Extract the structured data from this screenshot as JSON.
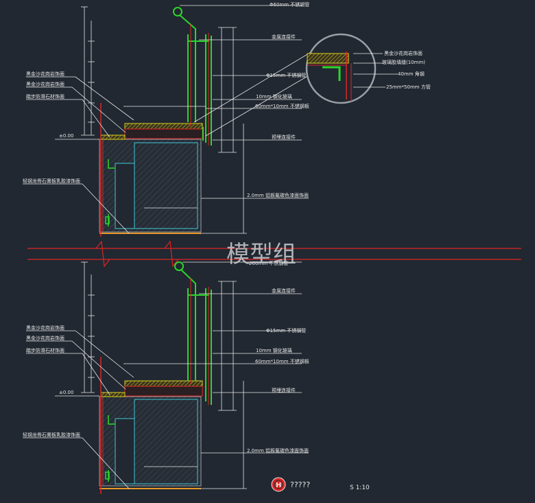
{
  "colors": {
    "background": "#212831",
    "white": "#e8e8e8",
    "green": "#2bd62b",
    "red": "#e02424",
    "yellow": "#e0d21c",
    "cyan": "#3ec8d8",
    "orange": "#e89a2a",
    "gray": "#9aa0a6"
  },
  "watermark": "模型组",
  "top_section": {
    "labels_right": {
      "pipe": "Φ60mm 不锈钢管",
      "connector": "金属连接件",
      "bar": "Φ15mm 不锈钢管",
      "glass": "10mm 钢化玻璃",
      "plate": "60mm*10mm 不锈钢板",
      "embed": "预埋连接件",
      "finish": "2.0mm 铝板氟碳色漆面饰面"
    },
    "labels_left": {
      "l1": "黑金沙花岗岩饰面",
      "l2": "黑金沙花岗岩饰面",
      "l3": "踏步防滑石材饰面",
      "l4": "轻钢龙骨石膏板乳胶漆饰面"
    },
    "detail_labels": {
      "d1": "黑金沙花岗岩饰面",
      "d2": "玻璃胶填缝(10mm)",
      "d3": "40mm 角钢",
      "d4": "25mm*50mm 方管"
    },
    "elevation": "±0.00"
  },
  "bottom_section": {
    "labels_right": {
      "pipe": "Φ60mm 不锈钢管",
      "connector": "金属连接件",
      "bar": "Φ15mm 不锈钢管",
      "glass": "10mm 钢化玻璃",
      "plate": "60mm*10mm 不锈钢板",
      "embed": "预埋连接件",
      "finish": "2.0mm 铝板氟碳色漆面饰面"
    },
    "labels_left": {
      "l1": "黑金沙花岗岩饰面",
      "l2": "黑金沙花岗岩饰面",
      "l3": "踏步防滑石材饰面",
      "l4": "轻钢龙骨石膏板乳胶漆饰面"
    },
    "elevation": "±0.00"
  },
  "title_block": {
    "symbol": "H",
    "title": "?????",
    "scale": "S 1:10"
  }
}
